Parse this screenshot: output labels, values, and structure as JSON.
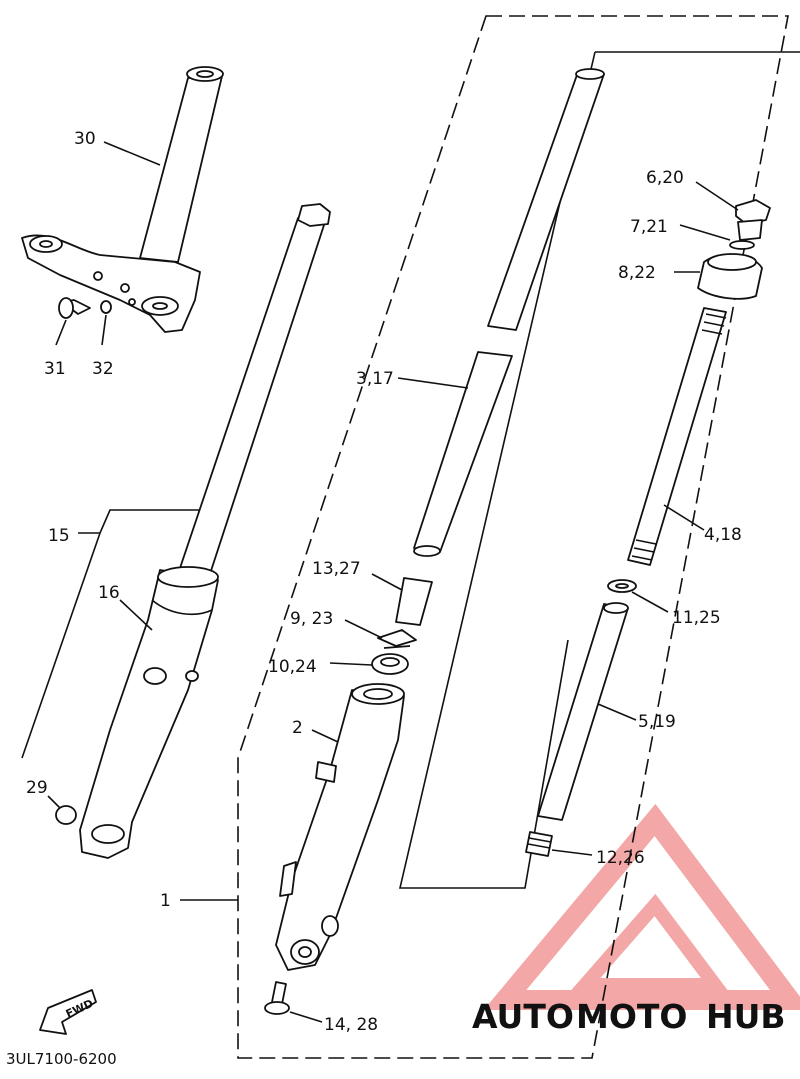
{
  "labels": {
    "p30": "30",
    "p31": "31",
    "p32": "32",
    "p15": "15",
    "p16": "16",
    "p29": "29",
    "p1": "1",
    "p2": "2",
    "p317": "3,17",
    "p1327": "13,27",
    "p923": "9, 23",
    "p1024": "10,24",
    "p1428": "14, 28",
    "p620": "6,20",
    "p721": "7,21",
    "p822": "8,22",
    "p418": "4,18",
    "p1125": "11,25",
    "p519": "5,19",
    "p1226": "12,26"
  },
  "fwd_label": "FWD",
  "diagram_code": "3UL7100-6200",
  "watermark": {
    "part1": "AUTO",
    "part2": "MOTO",
    "part3": "HUB",
    "color1": "#f7b26b",
    "color2": "#f4a0a0",
    "color3": "#999999",
    "triangle_color": "#f08a8a"
  }
}
